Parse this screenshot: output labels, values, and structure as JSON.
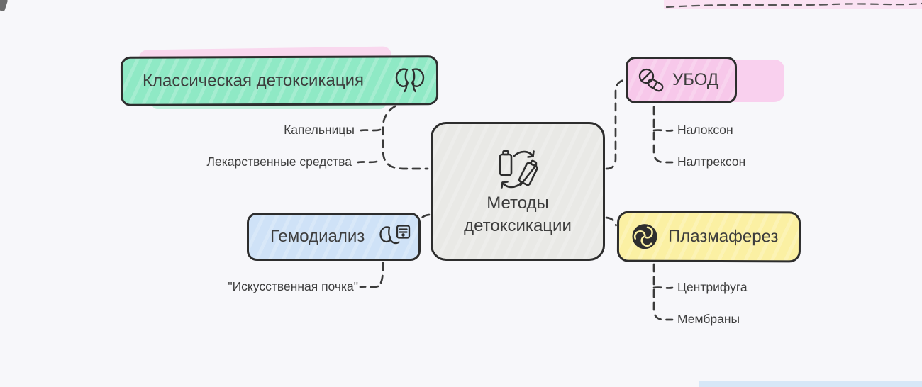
{
  "style": {
    "background": "#f7f7fa",
    "line_color": "#3a3a3a",
    "text_color": "#3d3d3d",
    "border_color": "#2d2d2d",
    "decor_pink": "#f9d8ee",
    "decor_blue": "#d7e7f7"
  },
  "center": {
    "line1": "Методы",
    "line2": "детоксикации",
    "icon": "battery-swap-icon",
    "fill": "#e9e9e6"
  },
  "branches": {
    "classic": {
      "label": "Классическая детоксикация",
      "icon": "kidneys-icon",
      "fill": "#8fe9c5",
      "children": [
        "Капельницы",
        "Лекарственные средства"
      ]
    },
    "hemo": {
      "label": "Гемодиализ",
      "icon": "kidney-machine-icon",
      "fill": "#cfe2f7",
      "children": [
        "\"Искусственная почка\""
      ]
    },
    "ubod": {
      "label": "УБОД",
      "icon": "pills-icon",
      "fill": "#f7c8ea",
      "children": [
        "Налоксон",
        "Налтрексон"
      ]
    },
    "plasma": {
      "label": "Плазмаферез",
      "icon": "swirl-icon",
      "fill": "#fbf0a3",
      "children": [
        "Центрифуга",
        "Мембраны"
      ]
    }
  }
}
